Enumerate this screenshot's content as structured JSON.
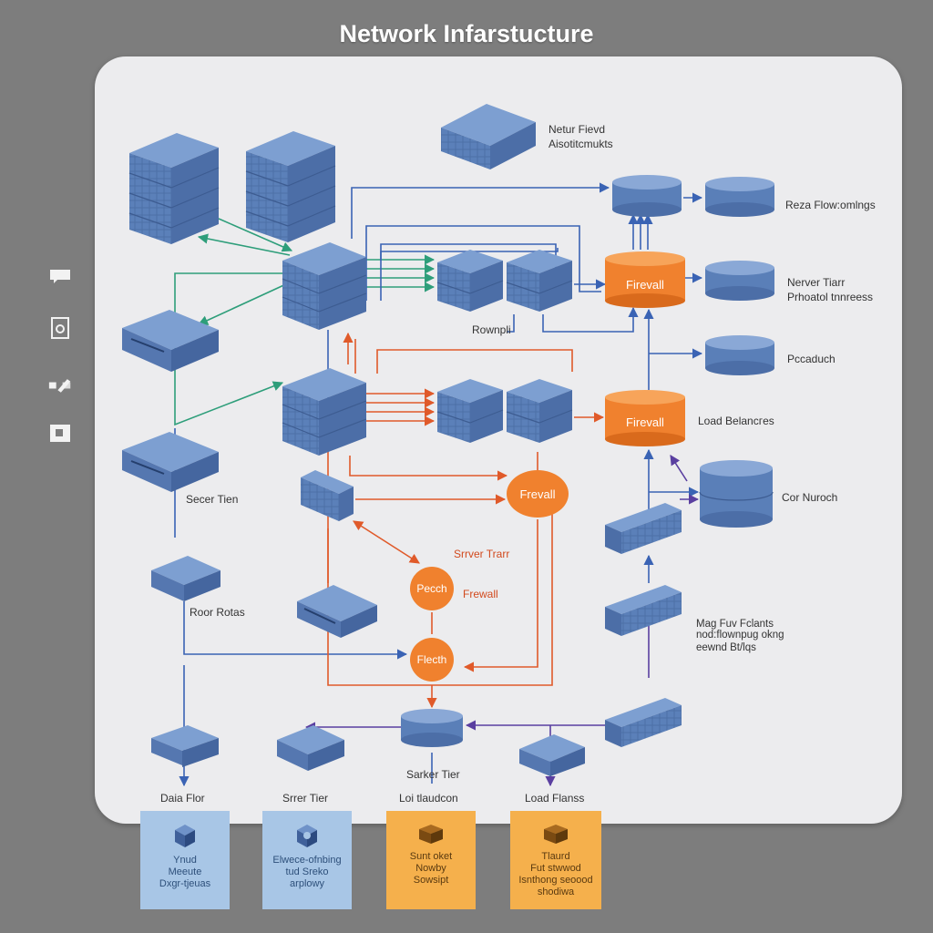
{
  "title": "Network Infarstucture",
  "colors": {
    "background": "#7d7d7d",
    "panel": "#ececee",
    "server_blue": "#5a7fb8",
    "firewall_orange": "#f0812e",
    "link_green": "#2e9e7a",
    "link_blue": "#3a63b4",
    "link_red": "#e05a2a",
    "link_purple": "#5a3fa0",
    "card_blue": "#a8c6e6",
    "card_orange": "#f5b04c"
  },
  "side_icons": [
    "chat-icon",
    "document-icon",
    "edit-icon",
    "folder-icon"
  ],
  "labels": {
    "top_note": [
      "Netur Fievd",
      "Aisotitcmukts"
    ],
    "db_top": "Reza Flow:omlngs",
    "db_second": [
      "Nerver Tiarr",
      "Prhoatol tnnreess"
    ],
    "db_third": "Pccaduch",
    "load_balancer": "Load Belancᴦes",
    "db_bottom": "Cor Nuroch",
    "switch_stack": [
      "Mag Fuv Fclants",
      "nod:flownpug okng",
      "eewnd Bt/lqs"
    ],
    "rownpli": "Rownpli",
    "server_tier_left": "Secer Tien",
    "roor_rotas": "Roor Rotas",
    "server_tier_mid": "Srrver Trarr",
    "firewall_mid": "Frewall",
    "sarker_tier": "Sarker Tier",
    "bottom_labels": [
      "Daia Flor",
      "Srrer Tier",
      "Loi tlaudcon",
      "Load Flanss"
    ]
  },
  "firewalls": {
    "upper": "Firevall",
    "lower": "Firevall",
    "center": "Frevall",
    "node_a": "Pecch",
    "node_b": "Flecth"
  },
  "cards": [
    {
      "icon": "box-icon",
      "lines": [
        "Ynud",
        "Meeute",
        "Dxgr-tjeuas"
      ]
    },
    {
      "icon": "cube-icon",
      "lines": [
        "Elwece-ofnbing",
        "tud Sreko",
        "arplowy"
      ]
    },
    {
      "icon": "box-icon",
      "lines": [
        "Sunt oket",
        "Nowby",
        "Sowsipt"
      ]
    },
    {
      "icon": "box-icon",
      "lines": [
        "Tlaurd",
        "Fut stwwod",
        "Isnthong seoood",
        "shodiwa"
      ]
    }
  ]
}
